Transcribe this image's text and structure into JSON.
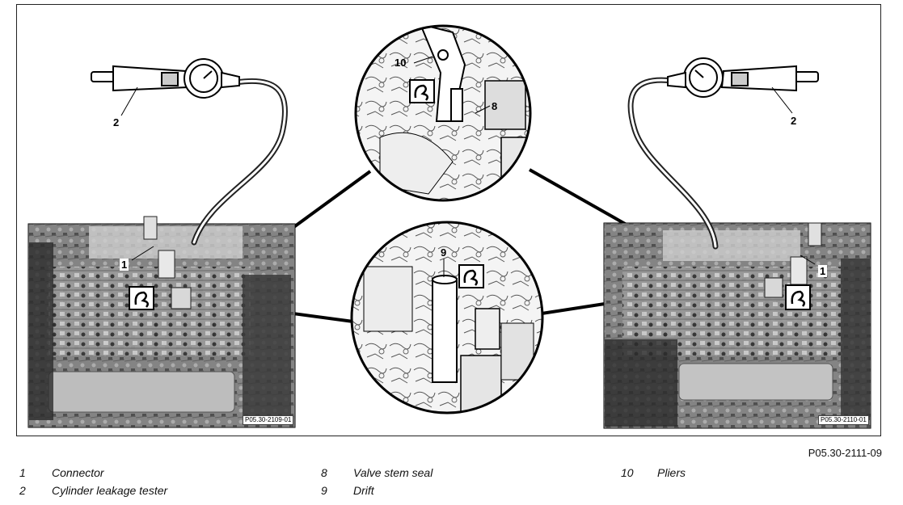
{
  "figure_code": "P05.30-2111-09",
  "callouts": {
    "tester_left": "2",
    "tester_right": "2",
    "connector_left": "1",
    "connector_right": "1",
    "pliers": "10",
    "valve_stem_seal": "8",
    "drift": "9"
  },
  "panel_codes": {
    "left": "P05.30-2109-01",
    "right": "P05.30-2110-01"
  },
  "legend": [
    {
      "number": "1",
      "text": "Connector"
    },
    {
      "number": "2",
      "text": "Cylinder leakage tester"
    },
    {
      "number": "8",
      "text": "Valve stem seal"
    },
    {
      "number": "9",
      "text": "Drift"
    },
    {
      "number": "10",
      "text": "Pliers"
    }
  ],
  "icons": [
    "tool-symbol-icon",
    "pressure-gauge-icon"
  ]
}
